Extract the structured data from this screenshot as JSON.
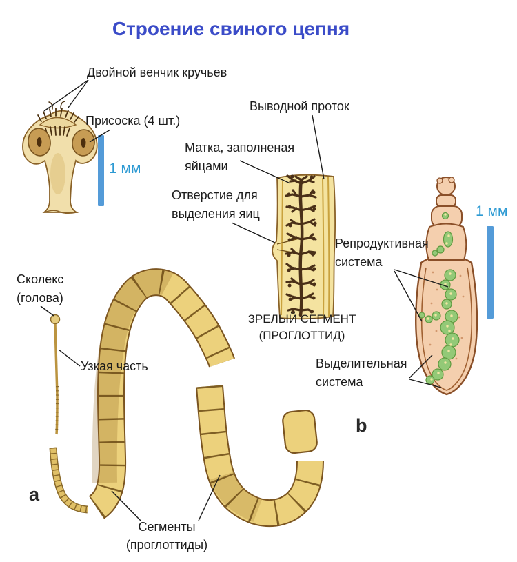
{
  "title": "Строение свиного цепня",
  "colors": {
    "title_blue": "#3b4cc8",
    "scale_bar_blue": "#549bd8",
    "scale_text_blue": "#2d9ad3",
    "worm_yellow": "#ecd17c",
    "segment_yellow": "#f4e3a0",
    "uterus_brown": "#4a3018",
    "cysticercus_pink": "#f4cfae",
    "reproductive_green": "#93c977",
    "label_black": "#1c1c1c"
  },
  "scolex_figure": {
    "hooks_label": "Двойной венчик кручьев",
    "suckers_label": "Присоска (4 шт.)",
    "scale_label": "1 мм"
  },
  "mature_segment_figure": {
    "duct_label": "Выводной проток",
    "uterus_label_l1": "Матка, заполненая",
    "uterus_label_l2": "яйцами",
    "opening_label_l1": "Отверстие для",
    "opening_label_l2": "выделения яиц",
    "caption_l1": "ЗРЕЛЫЙ СЕГМЕНТ",
    "caption_l2": "(ПРОГЛОТТИД)"
  },
  "cysticercus_figure": {
    "scale_label": "1 мм",
    "reproductive_label_l1": "Репродуктивная",
    "reproductive_label_l2": "система",
    "excretory_label_l1": "Выделительная",
    "excretory_label_l2": "система",
    "marker": "b"
  },
  "whole_worm_figure": {
    "scolex_label_l1": "Сколекс",
    "scolex_label_l2": "(голова)",
    "neck_label": "Узкая часть",
    "segments_label_l1": "Сегменты",
    "segments_label_l2": "(проглоттиды)",
    "marker": "a"
  }
}
